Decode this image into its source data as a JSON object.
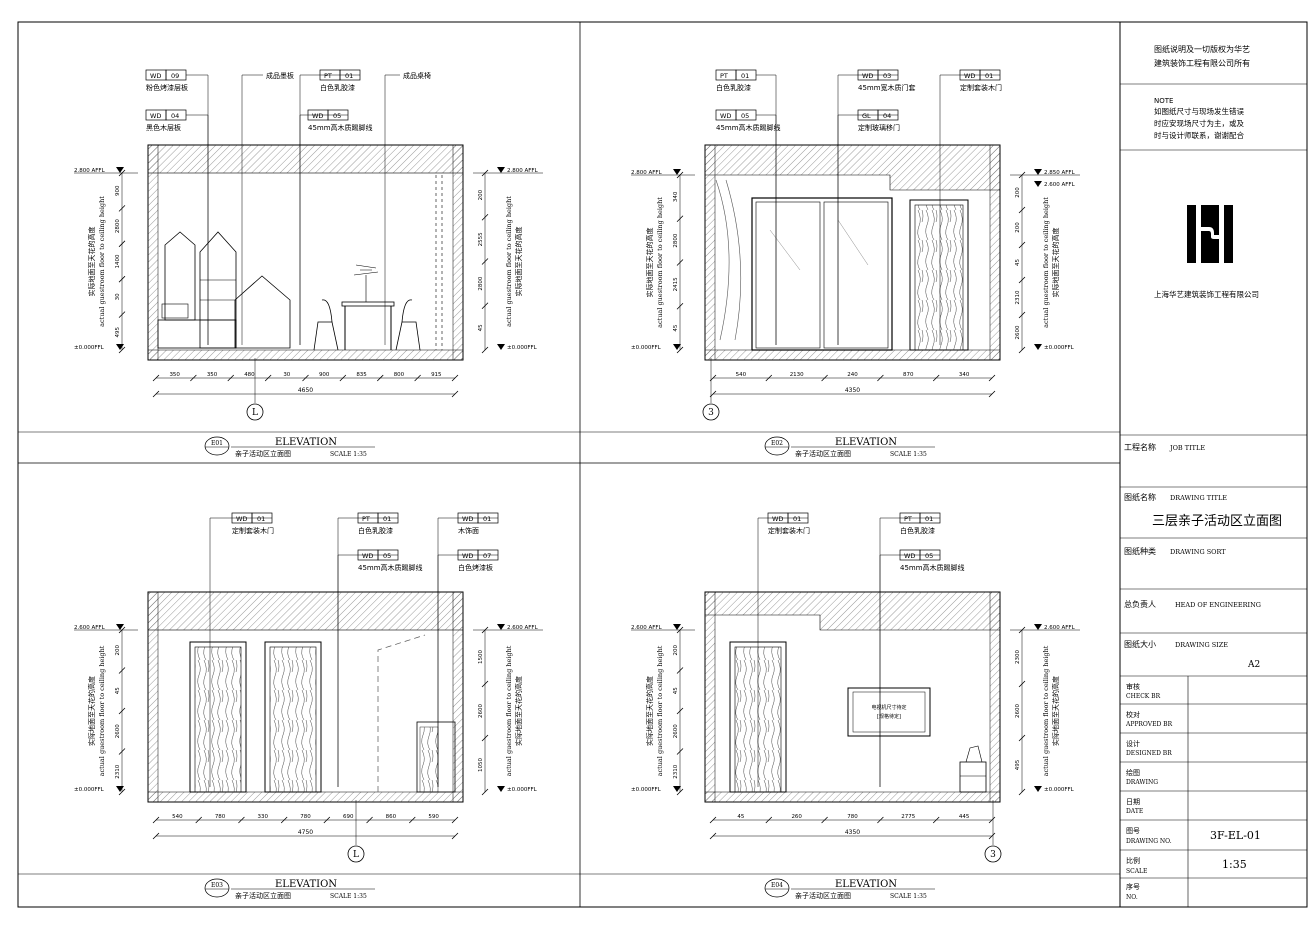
{
  "notes": {
    "copyright_line1": "图纸说明及一切版权为华艺",
    "copyright_line2": "建筑装饰工程有限公司所有",
    "note_title": "NOTE",
    "note_line1": "如图纸尺寸与现场发生错误",
    "note_line2": "时应安现场尺寸为主，或及",
    "note_line3": "时与设计师联系，谢谢配合"
  },
  "company": {
    "name": "上海华艺建筑装饰工程有限公司"
  },
  "title_block": {
    "job_cn": "工程名称",
    "job_en": "JOB TITLE",
    "title_cn": "图纸名称",
    "title_en": "DRAWING TITLE",
    "drawing_title": "三层亲子活动区立面图",
    "sort_cn": "图纸种类",
    "sort_en": "DRAWING SORT",
    "head_cn": "总负责人",
    "head_en": "HEAD OF ENGINEERING",
    "size_cn": "图纸大小",
    "size_en": "DRAWING SIZE",
    "size_value": "A2",
    "check_cn": "审核",
    "check_en": "CHECK BR",
    "approved_cn": "校对",
    "approved_en": "APPROVED BR",
    "designed_cn": "设计",
    "designed_en": "DESIGNED BR",
    "drawing_cn": "绘图",
    "drawing_en": "DRAWING",
    "date_cn": "日期",
    "date_en": "DATE",
    "no_cn": "图号",
    "no_en": "DRAWING NO.",
    "no_value": "3F-EL-01",
    "scale_cn": "比例",
    "scale_en": "SCALE",
    "scale_value": "1:35",
    "seq_cn": "序号",
    "seq_en": "NO."
  },
  "common": {
    "elevation_word": "ELEVATION",
    "subtitle": "亲子活动区立面图",
    "scale_label": "SCALE 1:35",
    "height_label_cn": "实际地面至天花的高度",
    "height_label_en": "actual guestroom floor to ceiling height",
    "ffl": "±0.000FFL"
  },
  "elevations": [
    {
      "id": "E01",
      "ceiling_level_left": "2.800 AFFL",
      "ceiling_level_right": "2.800 AFFL",
      "tags": [
        {
          "code": "WD",
          "num": "09",
          "desc": "粉色烤漆层板"
        },
        {
          "code": "WD",
          "num": "04",
          "desc": "黑色木层板"
        },
        {
          "code": "PT",
          "num": "01",
          "desc": "白色乳胶漆"
        },
        {
          "code": "WD",
          "num": "05",
          "desc": "45mm高木质踢脚线"
        }
      ],
      "labels": [
        "成品墨板",
        "成品桌椅"
      ],
      "left_dims": [
        "900",
        "2800",
        "1400",
        "30",
        "495"
      ],
      "right_dims": [
        "200",
        "2555",
        "2800",
        "45"
      ],
      "bottom_dims": [
        "350",
        "350",
        "480",
        "30",
        "900",
        "835",
        "800",
        "915"
      ],
      "total": "4650",
      "axis": "L"
    },
    {
      "id": "E02",
      "ceiling_level_left": "2.800 AFFL",
      "ceiling_level_right": "2.850 AFFL",
      "ceiling_level_right2": "2.600 AFFL",
      "tags": [
        {
          "code": "PT",
          "num": "01",
          "desc": "白色乳胶漆"
        },
        {
          "code": "WD",
          "num": "05",
          "desc": "45mm高木质踢脚线"
        },
        {
          "code": "WD",
          "num": "03",
          "desc": "45mm宽木质门套"
        },
        {
          "code": "GL",
          "num": "04",
          "desc": "定制玻璃移门"
        },
        {
          "code": "WD",
          "num": "01",
          "desc": "定制套装木门"
        }
      ],
      "left_dims": [
        "340",
        "2800",
        "2415",
        "45"
      ],
      "right_dims": [
        "200",
        "200",
        "45",
        "2310",
        "2600"
      ],
      "bottom_dims": [
        "540",
        "2130",
        "240",
        "870",
        "340"
      ],
      "total": "4350",
      "axis": "3"
    },
    {
      "id": "E03",
      "ceiling_level_left": "2.600 AFFL",
      "ceiling_level_right": "2.600 AFFL",
      "tags": [
        {
          "code": "WD",
          "num": "01",
          "desc": "定制套装木门"
        },
        {
          "code": "PT",
          "num": "01",
          "desc": "白色乳胶漆"
        },
        {
          "code": "WD",
          "num": "05",
          "desc": "45mm高木质踢脚线"
        },
        {
          "code": "WD",
          "num": "01",
          "desc": "木饰面"
        },
        {
          "code": "WD",
          "num": "07",
          "desc": "白色烤漆板"
        }
      ],
      "left_dims": [
        "200",
        "45",
        "2600",
        "2310"
      ],
      "right_dims": [
        "1500",
        "2600",
        "1050"
      ],
      "bottom_dims": [
        "540",
        "780",
        "330",
        "780",
        "690",
        "860",
        "590"
      ],
      "total": "4750",
      "axis": "L"
    },
    {
      "id": "E04",
      "ceiling_level_left": "2.600 AFFL",
      "ceiling_level_right": "2.600 AFFL",
      "tags": [
        {
          "code": "WD",
          "num": "01",
          "desc": "定制套装木门"
        },
        {
          "code": "PT",
          "num": "01",
          "desc": "白色乳胶漆"
        },
        {
          "code": "WD",
          "num": "05",
          "desc": "45mm高木质踢脚线"
        }
      ],
      "tv_label": "电视机尺寸待定",
      "tv_sub": "[规格待定]",
      "left_dims": [
        "200",
        "45",
        "2600",
        "2310"
      ],
      "right_dims": [
        "2300",
        "2600",
        "495"
      ],
      "bottom_dims": [
        "45",
        "260",
        "780",
        "2775",
        "445"
      ],
      "total": "4350",
      "axis": "3"
    }
  ]
}
